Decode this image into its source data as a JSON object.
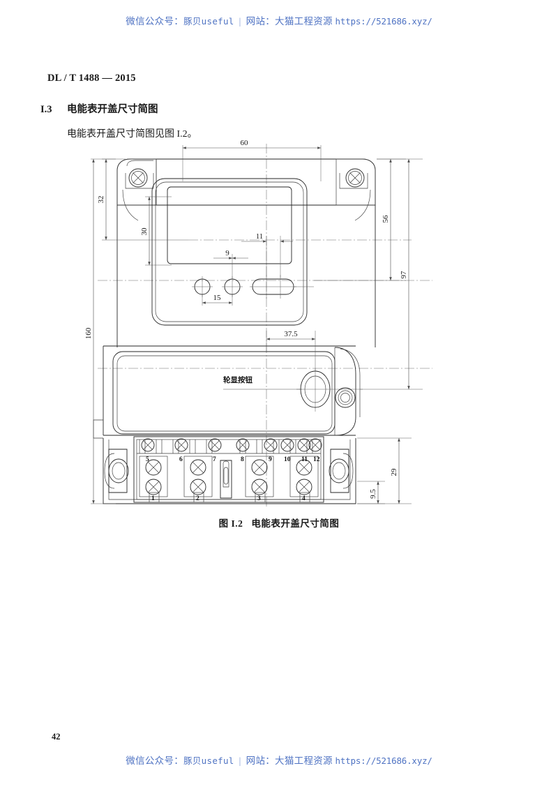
{
  "watermark": {
    "wechat_label": "微信公众号：",
    "wechat_value": "豚贝useful",
    "separator": "|",
    "site_label": "网站：",
    "site_value": "大猫工程资源",
    "url": "https://521686.xyz/",
    "color": "#4f73c3"
  },
  "header": {
    "standard": "DL / T 1488 — 2015"
  },
  "section": {
    "number": "I.3",
    "title": "电能表开盖尺寸简图",
    "body": "电能表开盖尺寸简图见图 I.2。"
  },
  "figure": {
    "caption_number": "图 I.2",
    "caption_title": "电能表开盖尺寸简图",
    "callout_button": "轮显按钮",
    "dimensions": {
      "overall_height": "160",
      "overall_width_top": "60",
      "top_to_window": "32",
      "window_height": "30",
      "slot_offset_11": "11",
      "hole_offset_9": "9",
      "hole_spacing_15": "15",
      "right_56": "56",
      "right_97": "97",
      "button_offset": "37.5",
      "terminal_block_29": "29",
      "terminal_lip_9_5": "9.5"
    },
    "terminals_upper_left": [
      "5",
      "6",
      "7",
      "8"
    ],
    "terminals_upper_right": [
      "9",
      "10",
      "11",
      "12"
    ],
    "terminals_lower": [
      "1",
      "2",
      "3",
      "4"
    ]
  },
  "page": {
    "number": "42"
  }
}
